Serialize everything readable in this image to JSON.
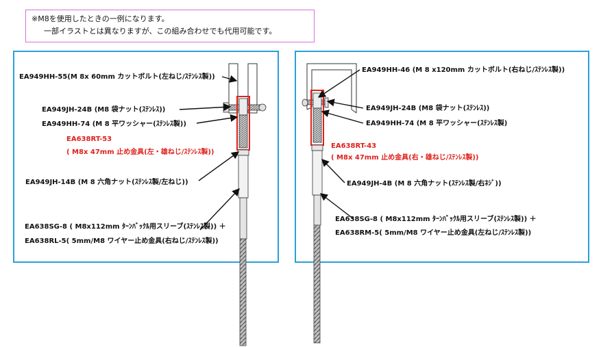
{
  "note": {
    "line1": "※M8を使用したときの一例になります。",
    "line2": "一部イラストとは異なりますが、この組み合わせでも代用可能です。"
  },
  "left": {
    "bolt": "EA949HH-55(M 8x 60mm カットボルト(左ねじ/ｽﾃﾝﾚｽ製))",
    "nut": "EA949JH-24B (M8  袋ナット(ｽﾃﾝﾚｽ))",
    "washer": "EA949HH-74 (M 8  平ワッシャー(ｽﾃﾝﾚｽ製))",
    "stop_code": "EA638RT-53",
    "stop_desc": "( M8x 47mm 止め金具(左・雄ねじ/ｽﾃﾝﾚｽ製))",
    "hexnut": "EA949JH-14B (M 8 六角ナット(ｽﾃﾝﾚｽ製/左ねじ))",
    "sleeve": "EA638SG-8 ( M8x112mm ﾀｰﾝﾊﾞｯｸﾙ用スリーブ(ｽﾃﾝﾚｽ製)) ＋",
    "wire": "EA638RL-5( 5mm/M8 ワイヤー止め金具(右ねじ/ｽﾃﾝﾚｽ製))"
  },
  "right": {
    "bolt": "EA949HH-46 (M 8 x120mm カットボルト(右ねじ/ｽﾃﾝﾚｽ製))",
    "nut": "EA949JH-24B (M8  袋ナット(ｽﾃﾝﾚｽ))",
    "washer": "EA949HH-74 (M 8  平ワッシャー(ｽﾃﾝﾚｽ製)",
    "stop_code": "EA638RT-43",
    "stop_desc": "( M8x 47mm 止め金具(右・雄ねじ/ｽﾃﾝﾚｽ製))",
    "hexnut": "EA949JH-4B (M 8 六角ナット(ｽﾃﾝﾚｽ製/右ﾈｼﾞ))",
    "sleeve": "EA638SG-8 ( M8x112mm ﾀｰﾝﾊﾞｯｸﾙ用スリーブ(ｽﾃﾝﾚｽ製)) ＋",
    "wire": "EA638RM-5( 5mm/M8 ワイヤー止め金具(左ねじ/ｽﾃﾝﾚｽ製))"
  },
  "colors": {
    "frame": "#2a9fd8",
    "note_border": "#d86fd8",
    "highlight": "#e0201b"
  }
}
